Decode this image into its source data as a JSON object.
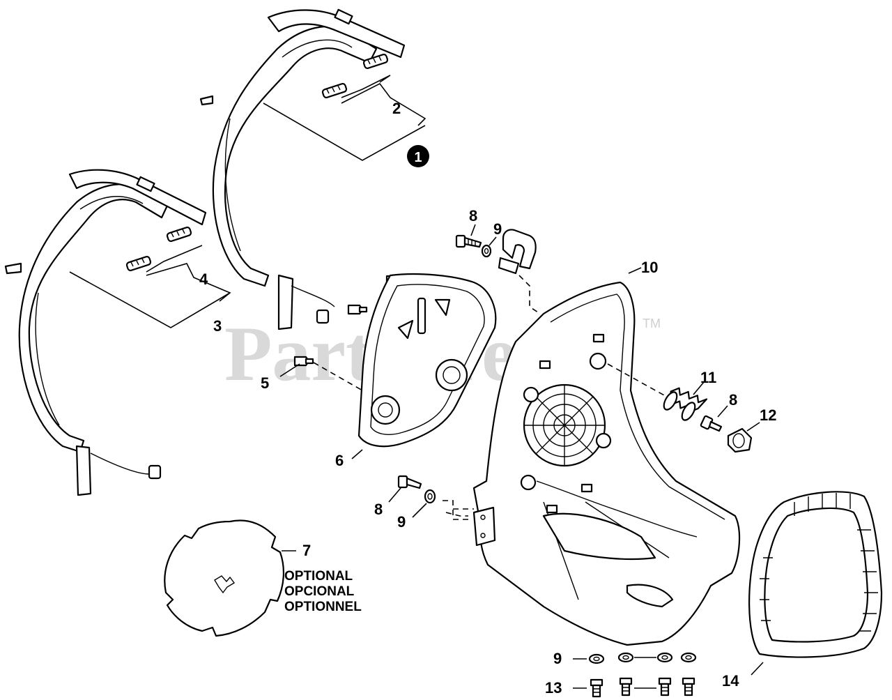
{
  "watermark": {
    "text": "PartsTree",
    "trademark": "TM"
  },
  "callouts": {
    "c1": "1",
    "c2": "2",
    "c3": "3",
    "c4": "4",
    "c5": "5",
    "c6": "6",
    "c7": "7",
    "c8a": "8",
    "c8b": "8",
    "c8c": "8",
    "c9a": "9",
    "c9b": "9",
    "c9c": "9",
    "c10": "10",
    "c11": "11",
    "c12": "12",
    "c13": "13",
    "c14": "14"
  },
  "optional_note": {
    "line1": "OPTIONAL",
    "line2": "OPCIONAL",
    "line3": "OPTIONNEL"
  }
}
